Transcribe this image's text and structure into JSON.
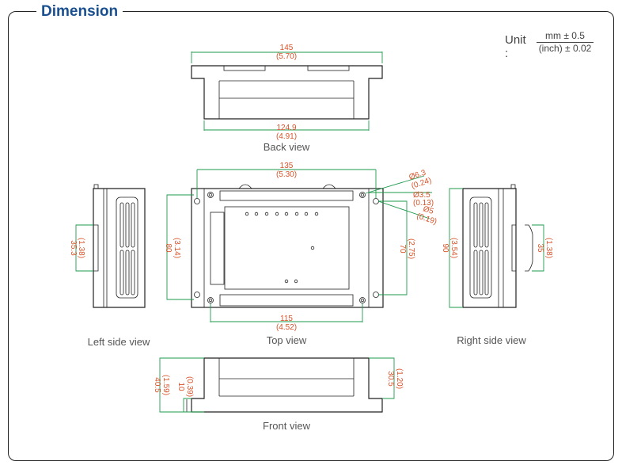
{
  "header": {
    "title": "Dimension"
  },
  "unit": {
    "label": "Unit :",
    "numerator": "mm ± 0.5",
    "denominator": "(inch) ± 0.02"
  },
  "colors": {
    "title": "#1a4f8f",
    "dimension_text": "#d9532a",
    "dimension_line": "#1e9a4e",
    "outline": "#222222"
  },
  "views": {
    "back": {
      "caption": "Back view",
      "width_top": {
        "mm": "145",
        "inch": "(5.70)"
      },
      "width_bottom": {
        "mm": "124.9",
        "inch": "(4.91)"
      }
    },
    "top": {
      "caption": "Top view",
      "width": {
        "mm": "135",
        "inch": "(5.30)"
      },
      "hole_pitch": {
        "mm": "115",
        "inch": "(4.52)"
      },
      "height": {
        "mm": "80",
        "inch": "(3.14)"
      },
      "mount_pitch": {
        "mm": "70",
        "inch": "(2.75)"
      },
      "dia1": {
        "mm": "Ø6.3",
        "inch": "(0.24)"
      },
      "dia2": {
        "mm": "Ø3.5",
        "inch": "(0.13)"
      },
      "dia3": {
        "mm": "Ø5",
        "inch": "(0.19)"
      }
    },
    "left": {
      "caption": "Left side view",
      "rail": {
        "mm": "35.3",
        "inch": "(1.38)"
      }
    },
    "right": {
      "caption": "Right side view",
      "height": {
        "mm": "90",
        "inch": "(3.54)"
      },
      "rail": {
        "mm": "35",
        "inch": "(1.38)"
      }
    },
    "front": {
      "caption": "Front view",
      "total": {
        "mm": "40.5",
        "inch": "(1.59)"
      },
      "base": {
        "mm": "10",
        "inch": "(0.39)"
      },
      "body": {
        "mm": "30.5",
        "inch": "(1.20)"
      }
    }
  }
}
